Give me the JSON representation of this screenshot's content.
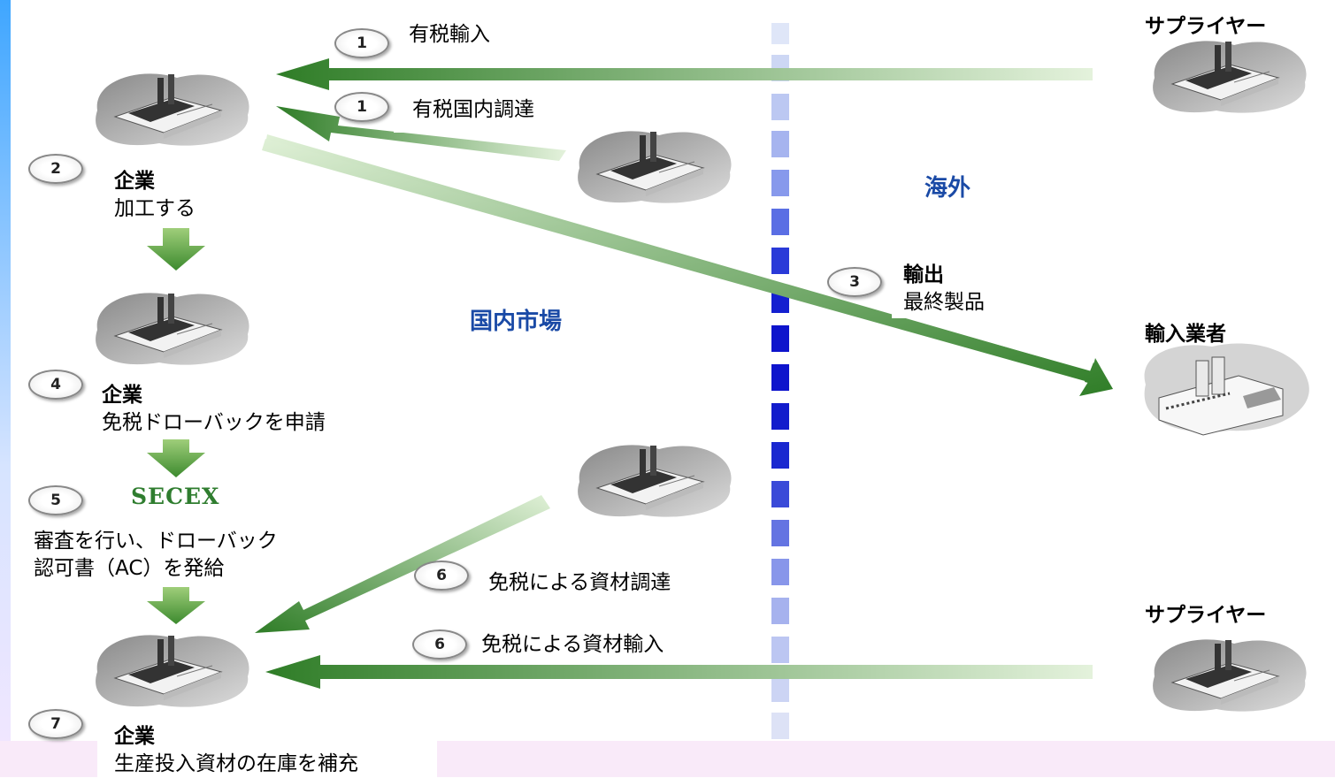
{
  "regions": {
    "domestic": "国内市場",
    "overseas": "海外"
  },
  "nodes": {
    "supplier_top": "サプライヤー",
    "importer": "輸入業者",
    "supplier_bottom": "サプライヤー",
    "secex": "SECEX"
  },
  "steps": [
    {
      "number": "1",
      "text": "有税輸入"
    },
    {
      "number": "1",
      "text": "有税国内調達"
    },
    {
      "number": "2",
      "head": "企業",
      "text": "加工する"
    },
    {
      "number": "3",
      "head": "輸出",
      "text": "最終製品"
    },
    {
      "number": "4",
      "head": "企業",
      "text": "免税ドローバックを申請"
    },
    {
      "number": "5",
      "text_line1": "審査を行い、ドローバック",
      "text_line2": "認可書（AC）を発給"
    },
    {
      "number": "6",
      "text": "免税による資材調達"
    },
    {
      "number": "6",
      "text": "免税による資材輸入"
    },
    {
      "number": "7",
      "head": "企業",
      "text": "生産投入資材の在庫を補充"
    }
  ],
  "colors": {
    "arrow_dark": "#2f7d27",
    "arrow_light": "#cfe8c4",
    "border_line": "#1a22cc",
    "region_text": "#1a4aa6"
  }
}
